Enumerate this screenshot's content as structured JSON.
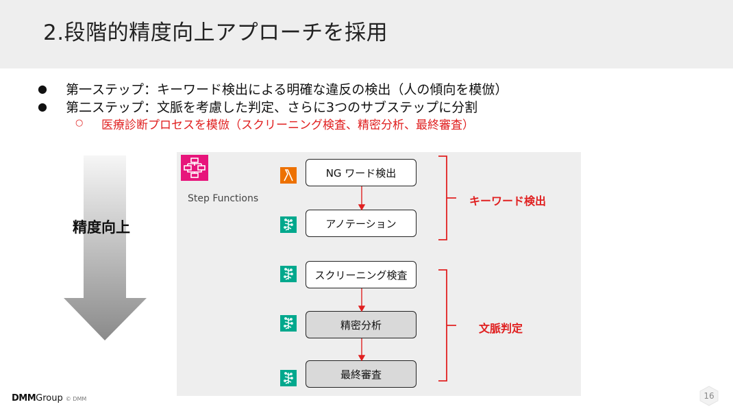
{
  "slide": {
    "title": "2.段階的精度向上アプローチを採用",
    "bullets": [
      "第一ステップ：キーワード検出による明確な違反の検出（人の傾向を模倣）",
      "第二ステップ：文脈を考慮した判定、さらに3つのサブステップに分割"
    ],
    "sub_bullet": "医療診断プロセスを模倣（スクリーニング検査、精密分析、最終審査）",
    "arrow_label": "精度向上",
    "page_number": "16"
  },
  "diagram": {
    "service_label": "Step Functions",
    "steps": [
      {
        "label": "NG ワード検出",
        "icon": "lambda-icon",
        "style": "white"
      },
      {
        "label": "アノテーション",
        "icon": "bedrock-icon",
        "style": "white"
      },
      {
        "label": "スクリーニング検査",
        "icon": "bedrock-icon",
        "style": "white"
      },
      {
        "label": "精密分析",
        "icon": "bedrock-icon",
        "style": "grey"
      },
      {
        "label": "最終審査",
        "icon": "bedrock-icon",
        "style": "grey"
      }
    ],
    "groups": [
      {
        "label": "キーワード検出"
      },
      {
        "label": "文脈判定"
      }
    ],
    "colors": {
      "accent_red": "#e02020",
      "step_functions_pink": "#e7157b",
      "lambda_orange": "#ed7100",
      "bedrock_teal": "#01a88d"
    }
  },
  "footer": {
    "logo_brand": "DMM",
    "logo_group": "Group",
    "copyright": "© DMM"
  }
}
